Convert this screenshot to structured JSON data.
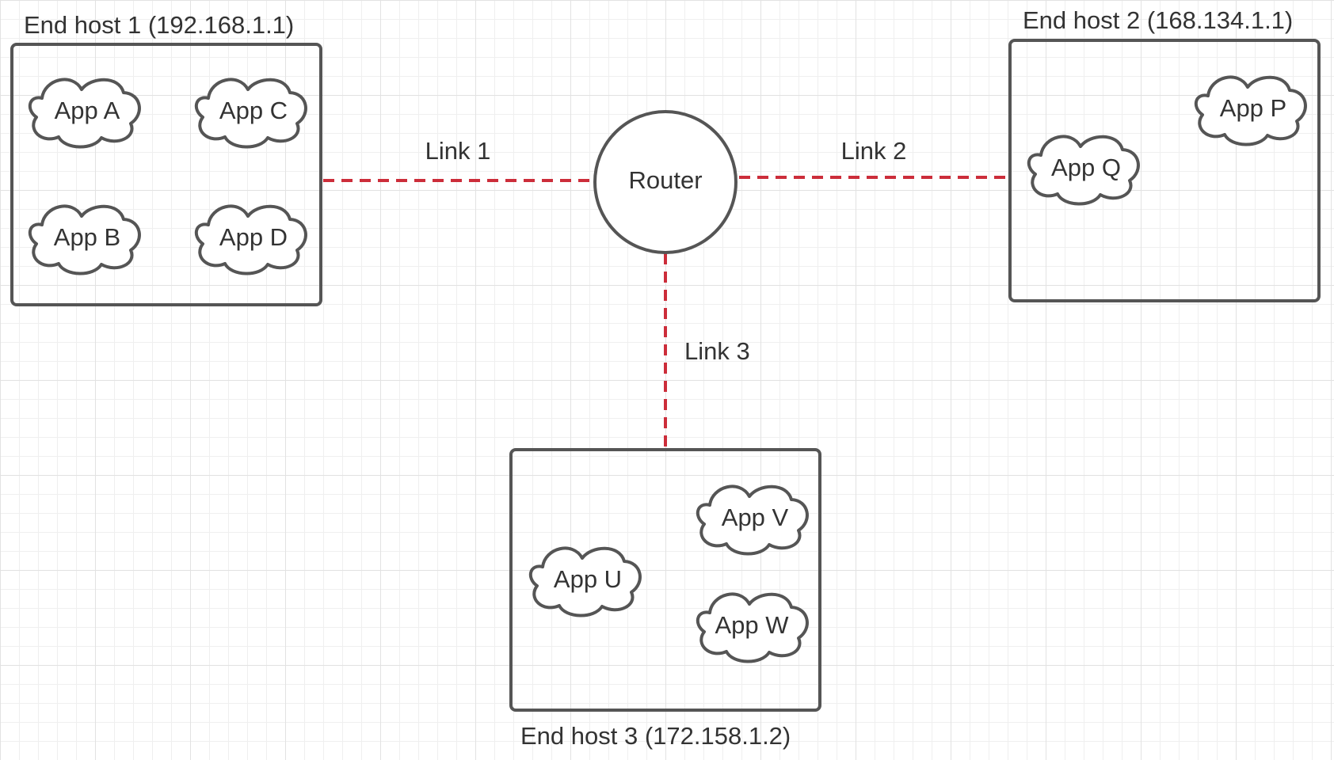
{
  "hosts": [
    {
      "label": "End host 1 (192.168.1.1)",
      "apps": [
        "App A",
        "App C",
        "App B",
        "App D"
      ]
    },
    {
      "label": "End host 2 (168.134.1.1)",
      "apps": [
        "App P",
        "App Q"
      ]
    },
    {
      "label": "End host 3 (172.158.1.2)",
      "apps": [
        "App V",
        "App U",
        "App W"
      ]
    }
  ],
  "router": {
    "label": "Router"
  },
  "links": [
    {
      "label": "Link 1"
    },
    {
      "label": "Link 2"
    },
    {
      "label": "Link 3"
    }
  ],
  "colors": {
    "link": "#cc2d3a",
    "stroke": "#555555",
    "text": "#333333",
    "grid": "#e2e2e2"
  }
}
